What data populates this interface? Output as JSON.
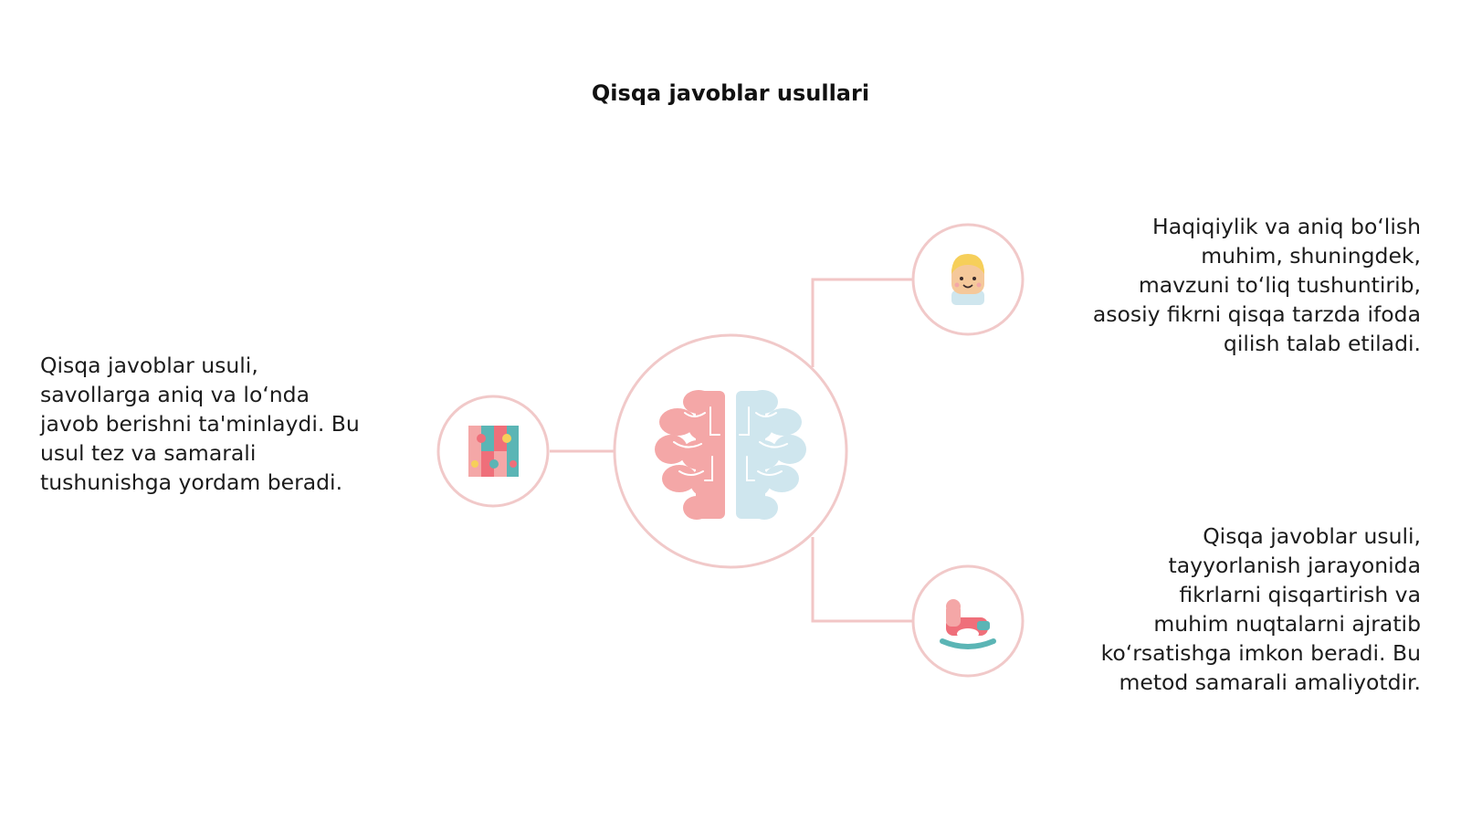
{
  "title": "Qisqa javoblar usullari",
  "nodes": {
    "center": {
      "icon": "brain-icon"
    },
    "left": {
      "icon": "puzzle-icon",
      "text": "Qisqa javoblar usuli,\nsavollarga aniq va loʻnda\njavob berishni ta'minlaydi. Bu\nusul tez va samarali\ntushunishga yordam beradi."
    },
    "top_right": {
      "icon": "child-face-icon",
      "text": "Haqiqiylik va aniq boʻlish\nmuhim, shuningdek,\nmavzuni toʻliq tushuntirib,\nasosiy fikrni qisqa tarzda ifoda\nqilish talab etiladi."
    },
    "bottom_right": {
      "icon": "rocking-horse-icon",
      "text": "Qisqa javoblar usuli,\ntayyorlanish jarayonida\nfikrlarni qisqartirish va\nmuhim nuqtalarni ajratib\nkoʻrsatishga imkon beradi. Bu\nmetod samarali amaliyotdir."
    }
  },
  "colors": {
    "connector": "#f2c6c6",
    "circle_stroke": "#f1c9c9",
    "pink": "#f4a7a7",
    "blue": "#cfe6ee",
    "coral": "#ef6f7a",
    "teal": "#5bb5b5",
    "yellow": "#f6cf5a",
    "skin": "#f5c89a"
  }
}
